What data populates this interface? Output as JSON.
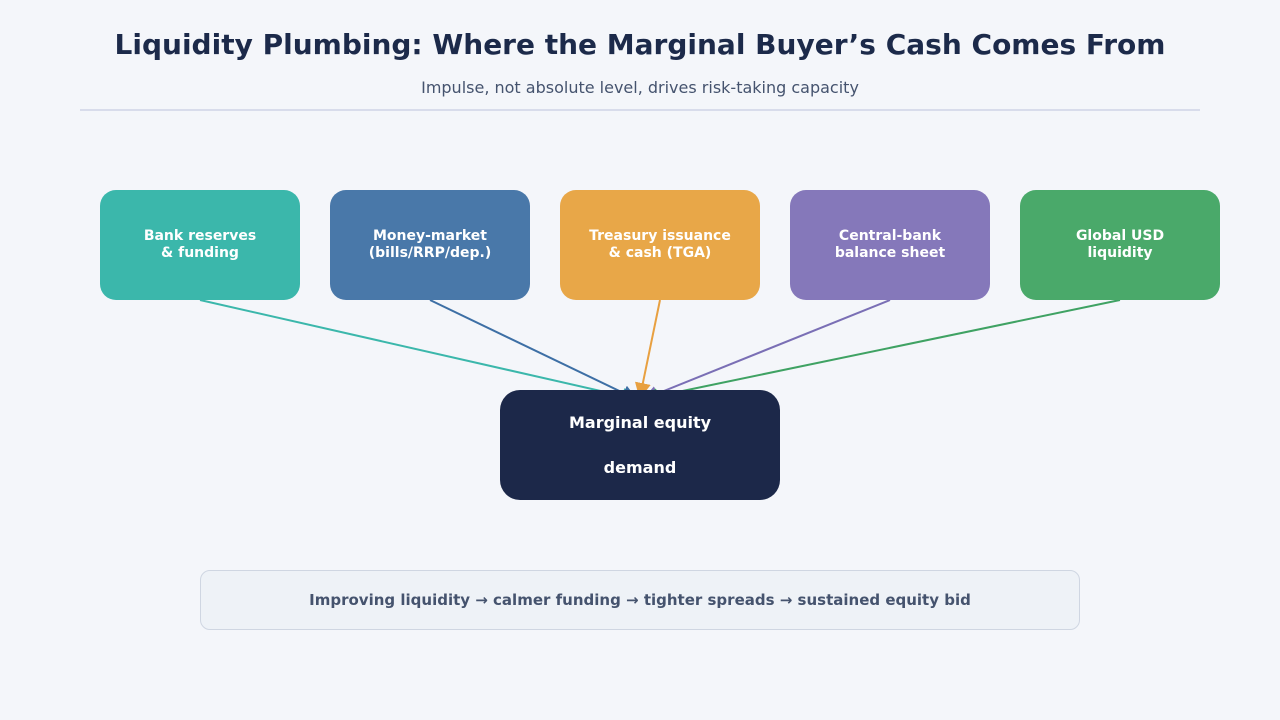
{
  "header": {
    "title": "Liquidity Plumbing: Where the Marginal Buyer’s Cash Comes From",
    "subtitle": "Impulse, not absolute level, drives risk-taking capacity"
  },
  "sources": [
    {
      "label": "Bank reserves\n& funding",
      "color": "#3bb7ab"
    },
    {
      "label": "Money-market\n(bills/RRP/dep.)",
      "color": "#4978a9"
    },
    {
      "label": "Treasury issuance\n& cash (TGA)",
      "color": "#e8a748"
    },
    {
      "label": "Central-bank\nbalance sheet",
      "color": "#8578ba"
    },
    {
      "label": "Global USD\nliquidity",
      "color": "#4aa96a"
    }
  ],
  "target": {
    "label": "Marginal equity\ndemand",
    "color": "#1c2849"
  },
  "footer": {
    "text": "Improving liquidity → calmer funding → tighter spreads → sustained equity bid"
  }
}
